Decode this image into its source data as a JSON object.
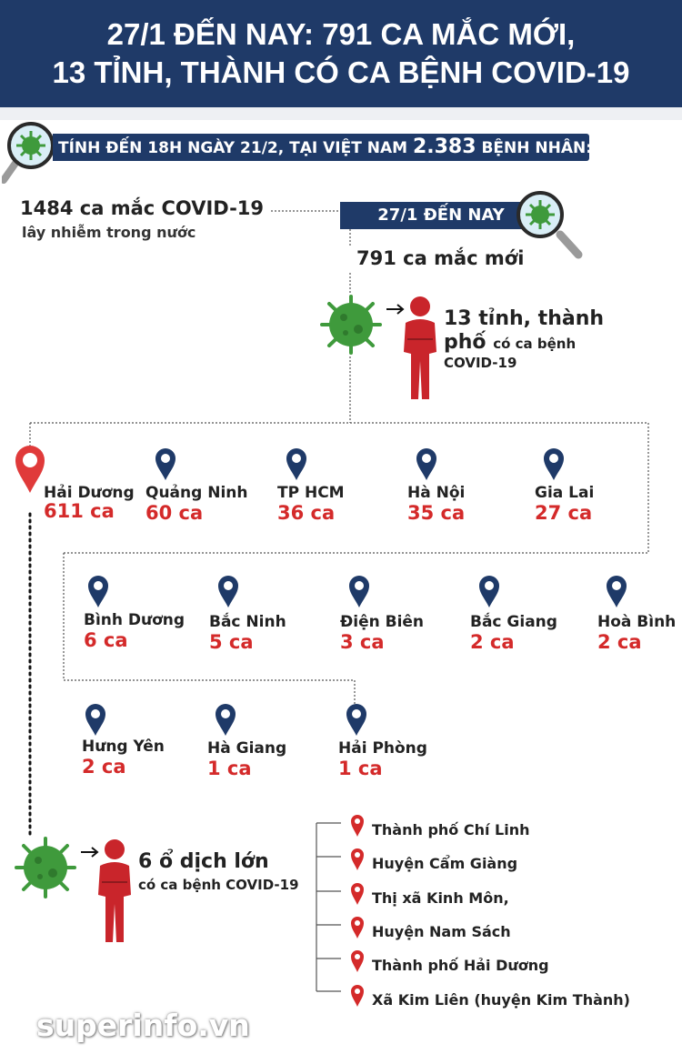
{
  "header": {
    "line1": "27/1 ĐẾN NAY: 791 CA MẮC MỚI,",
    "line2": "13 TỈNH, THÀNH CÓ CA BỆNH COVID-19"
  },
  "summary": {
    "prefix": "TÍNH ĐẾN 18H NGÀY 21/2, TẠI VIỆT NAM",
    "total": "2.383",
    "suffix": "BỆNH NHÂN:"
  },
  "local": {
    "count": "1484 ca mắc COVID-19",
    "sub": "lây nhiễm trong nước"
  },
  "since": {
    "tab": "27/1 ĐẾN NAY",
    "new_cases": "791 ca mắc mới",
    "prov_line1": "13 tỉnh, thành",
    "prov_line2_big": "phố",
    "prov_line2_small": "có ca bệnh",
    "prov_desc": "COVID-19"
  },
  "provinces": [
    {
      "name": "Hải Dương",
      "cases": "611 ca",
      "highlight": true
    },
    {
      "name": "Quảng Ninh",
      "cases": "60 ca"
    },
    {
      "name": "TP HCM",
      "cases": "36 ca"
    },
    {
      "name": "Hà Nội",
      "cases": "35 ca"
    },
    {
      "name": "Gia Lai",
      "cases": "27 ca"
    },
    {
      "name": "Bình Dương",
      "cases": "6 ca"
    },
    {
      "name": "Bắc Ninh",
      "cases": "5 ca"
    },
    {
      "name": "Điện Biên",
      "cases": "3 ca"
    },
    {
      "name": "Bắc Giang",
      "cases": "2 ca"
    },
    {
      "name": "Hoà Bình",
      "cases": "2 ca"
    },
    {
      "name": "Hưng Yên",
      "cases": "2 ca"
    },
    {
      "name": "Hà Giang",
      "cases": "1 ca"
    },
    {
      "name": "Hải Phòng",
      "cases": "1 ca"
    }
  ],
  "outbreak": {
    "title": "6 ổ dịch lớn",
    "sub": "có ca bệnh COVID-19",
    "locations": [
      "Thành phố Chí Linh",
      "Huyện Cẩm Giàng",
      "Thị xã Kinh Môn,",
      "Huyện Nam Sách",
      "Thành phố Hải Dương",
      "Xã Kim Liên (huyện Kim Thành)"
    ]
  },
  "watermark": "superinfo.vn",
  "colors": {
    "navy": "#1f3a68",
    "red": "#d42a2a",
    "virus_green": "#3f9a3c"
  },
  "icons": [
    "magnifier-virus-icon",
    "virus-icon",
    "person-icon",
    "map-pin-icon"
  ]
}
